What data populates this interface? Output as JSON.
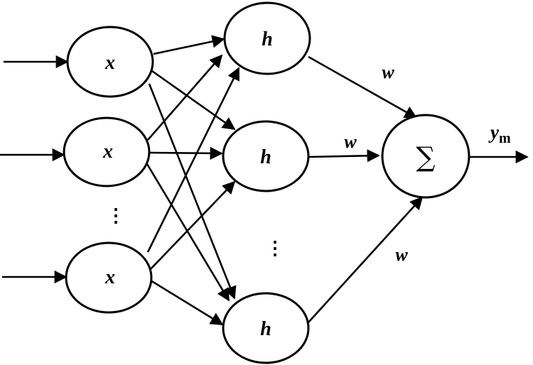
{
  "nodes": {
    "input_label": "x",
    "hidden_label": "h",
    "sum_symbol": "∑"
  },
  "weights": {
    "top": "w",
    "middle": "w",
    "bottom": "w"
  },
  "output": {
    "base": "y",
    "subscript": "m"
  },
  "ellipsis": {
    "input": "⋮",
    "hidden": "⋮"
  }
}
